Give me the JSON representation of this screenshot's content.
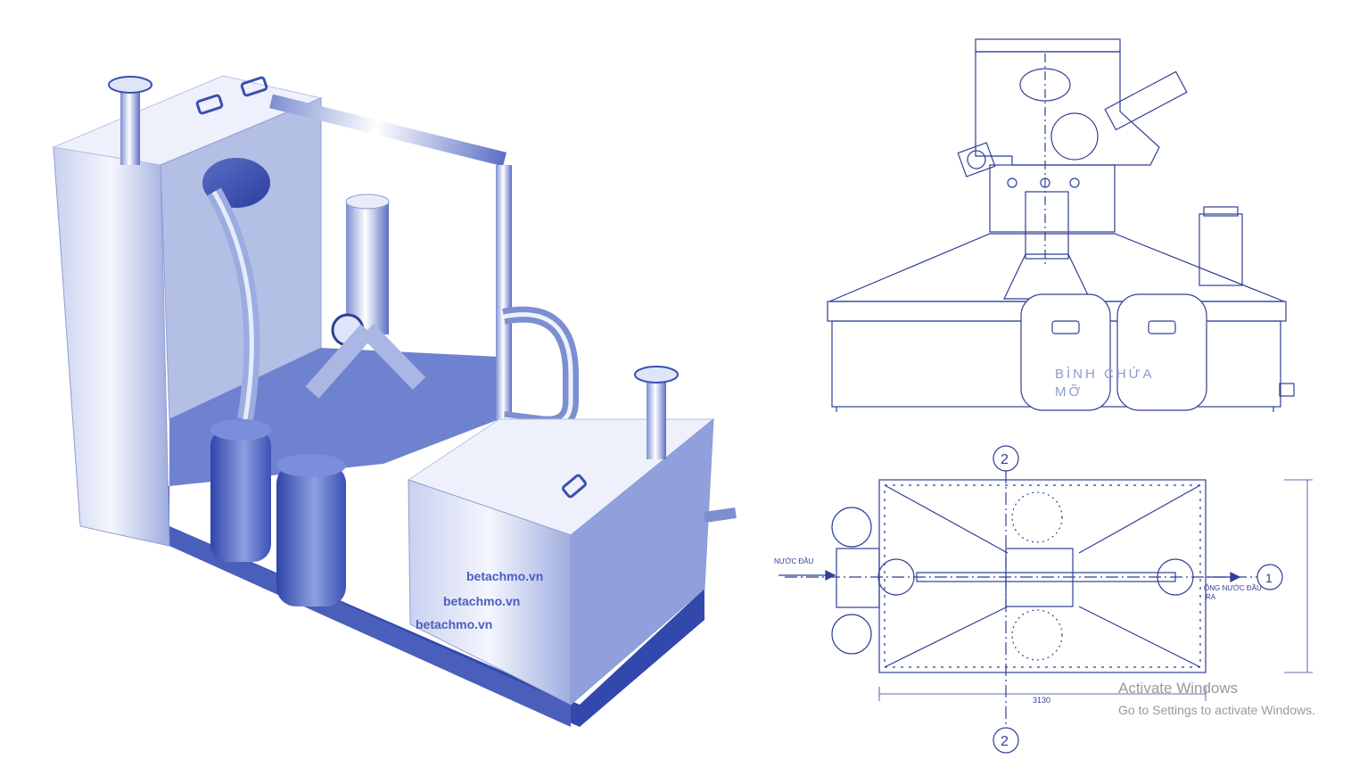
{
  "photo": {
    "watermarks": [
      "betachmo.vn",
      "betachmo.vn",
      "betachmo.vn"
    ]
  },
  "elevation": {
    "tank_label_line1": "BÌNH CHỨA",
    "tank_label_line2": "MỠ"
  },
  "plan": {
    "inlet_label": "NƯỚC ĐẦU",
    "outlet_label_line1": "ỐNG NƯỚC ĐẦU",
    "outlet_label_line2": "RA",
    "width_dimension": "3130",
    "section_marker_2": "2",
    "section_marker_1": "1"
  },
  "os_overlay": {
    "activate_title": "Activate Windows",
    "activate_subtitle": "Go to Settings to activate Windows."
  },
  "colors": {
    "line": "#2f3f96",
    "steel_light": "#e4e8f6",
    "steel_mid": "#9aa8d8",
    "steel_dark": "#3b4fb0",
    "watermark": "#4a5dc0",
    "activate": "#9a9a9a"
  }
}
